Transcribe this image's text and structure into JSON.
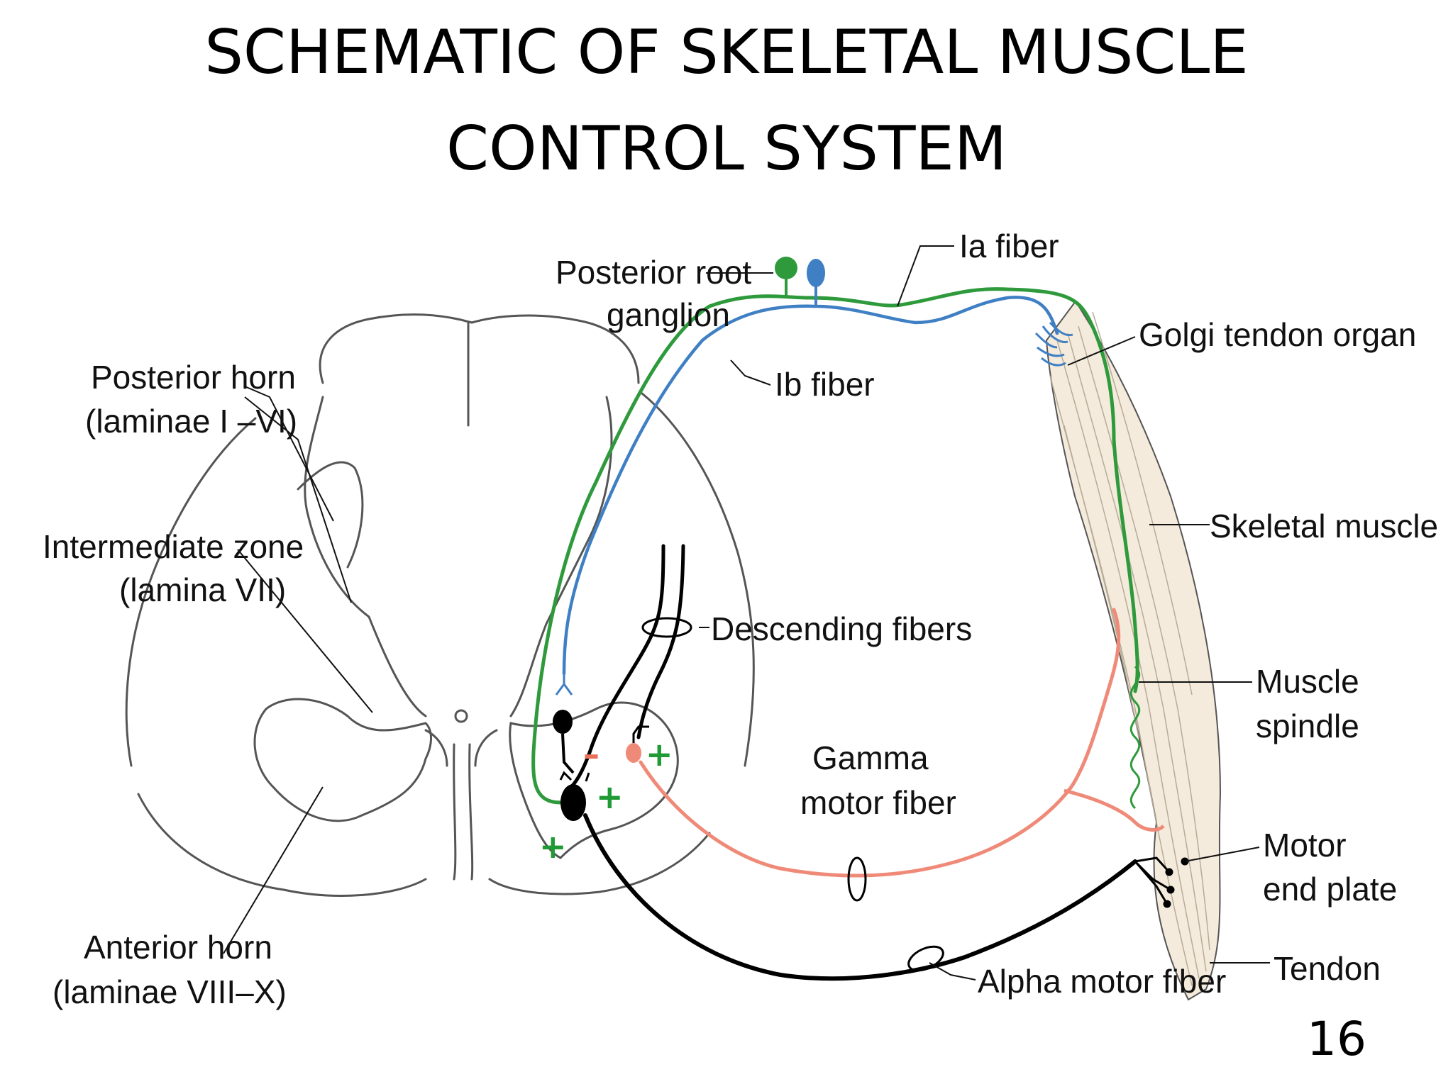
{
  "title": {
    "line1": "SCHEMATIC OF SKELETAL MUSCLE",
    "line2": "CONTROL SYSTEM"
  },
  "page_number": "16",
  "colors": {
    "ia_fiber": "#2e9a3c",
    "ib_fiber": "#3f7fc4",
    "gamma_fiber": "#f08a78",
    "alpha_fiber": "#000000",
    "muscle": "#f4ebdc",
    "cord_outline": "#555555",
    "plus_sign": "#1f9a35",
    "minus_sign": "#e8705a"
  },
  "labels": {
    "posterior_root_l1": "Posterior root",
    "posterior_root_l2": "ganglion",
    "ia_fiber": "Ia fiber",
    "ib_fiber": "Ib fiber",
    "golgi_tendon_organ": "Golgi tendon organ",
    "posterior_horn_l1": "Posterior horn",
    "posterior_horn_l2": "(laminae I –VI)",
    "intermediate_zone_l1": "Intermediate zone",
    "intermediate_zone_l2": "(lamina VII)",
    "anterior_horn_l1": "Anterior horn",
    "anterior_horn_l2": "(laminae VIII–X)",
    "descending_fibers": "Descending fibers",
    "skeletal_muscle": "Skeletal muscle",
    "muscle_spindle_l1": "Muscle",
    "muscle_spindle_l2": "spindle",
    "gamma_l1": "Gamma",
    "gamma_l2": "motor fiber",
    "motor_end_plate_l1": "Motor",
    "motor_end_plate_l2": "end plate",
    "tendon": "Tendon",
    "alpha_motor_fiber": "Alpha motor fiber"
  },
  "signs": {
    "plus": "+",
    "minus": "–"
  }
}
